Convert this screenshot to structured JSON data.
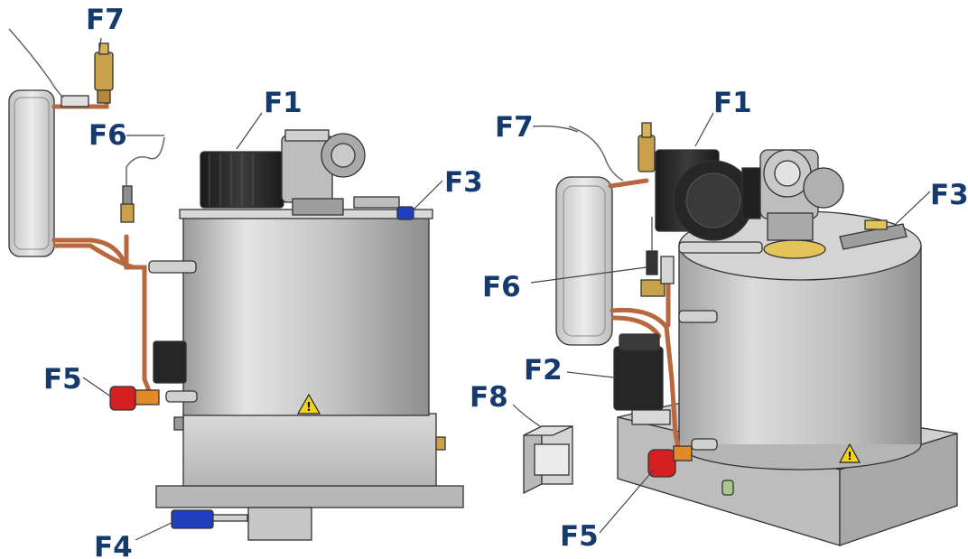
{
  "labels": {
    "left_view": {
      "f7": "F7",
      "f6": "F6",
      "f1": "F1",
      "f3": "F3",
      "f5": "F5",
      "f4": "F4"
    },
    "right_view": {
      "f7": "F7",
      "f1": "F1",
      "f3": "F3",
      "f6": "F6",
      "f2": "F2",
      "f8": "F8",
      "f5": "F5"
    }
  },
  "warning_symbol": "!",
  "colors": {
    "label": "#143a6e",
    "tank": "#c9c9c9",
    "copper": "#b8683e",
    "brass": "#c9a14a",
    "motor": "#2a2a2a",
    "valve_red": "#d42020",
    "switch_blue": "#1f3fbf",
    "warning_yellow": "#f2d21a"
  }
}
